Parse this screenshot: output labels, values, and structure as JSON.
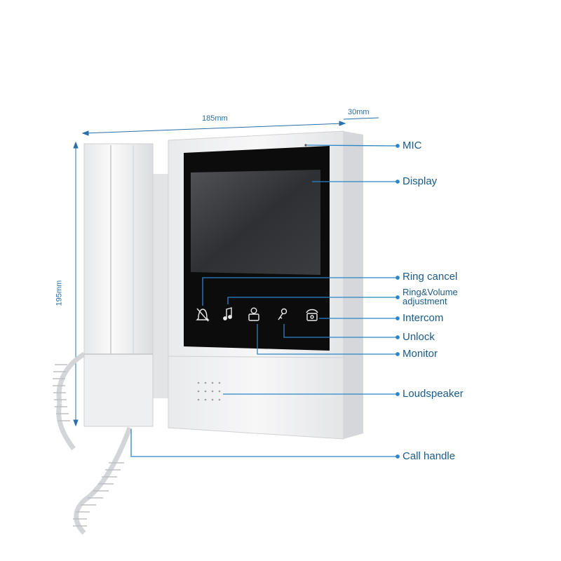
{
  "dimensions": {
    "width": "185mm",
    "depth": "30mm",
    "height": "195mm"
  },
  "callouts": [
    {
      "id": "mic",
      "label": "MIC"
    },
    {
      "id": "display",
      "label": "Display"
    },
    {
      "id": "ring-cancel",
      "label": "Ring cancel"
    },
    {
      "id": "ring-volume",
      "label": "Ring&Volume",
      "label2": "adjustment"
    },
    {
      "id": "intercom",
      "label": "Intercom"
    },
    {
      "id": "unlock",
      "label": "Unlock"
    },
    {
      "id": "monitor",
      "label": "Monitor"
    },
    {
      "id": "loudspeaker",
      "label": "Loudspeaker"
    },
    {
      "id": "call-handle",
      "label": "Call handle"
    }
  ],
  "buttons": [
    {
      "name": "ring-cancel-icon",
      "glyph": "bell-off"
    },
    {
      "name": "music-note-icon",
      "glyph": "music-note"
    },
    {
      "name": "person-icon",
      "glyph": "person"
    },
    {
      "name": "key-icon",
      "glyph": "key"
    },
    {
      "name": "phone-icon",
      "glyph": "phone"
    }
  ],
  "colors": {
    "callout_line": "#2a86c8",
    "label_text": "#1b5a88",
    "device_body": "#f2f3f5",
    "screen": "#0c0c0c"
  }
}
